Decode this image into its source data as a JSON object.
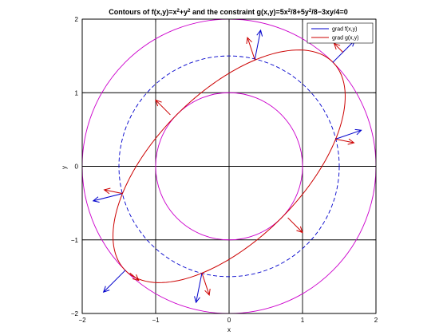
{
  "chart_data": {
    "type": "line",
    "title_parts": [
      {
        "t": "Contours of f(x,y)=x",
        "sup": false
      },
      {
        "t": "2",
        "sup": true
      },
      {
        "t": "+y",
        "sup": false
      },
      {
        "t": "2",
        "sup": true
      },
      {
        "t": " and the constraint g(x,y)=5x",
        "sup": false
      },
      {
        "t": "2",
        "sup": true
      },
      {
        "t": "/8+5y",
        "sup": false
      },
      {
        "t": "2",
        "sup": true
      },
      {
        "t": "/8−3xy/4=0",
        "sup": false
      }
    ],
    "xlabel": "x",
    "ylabel": "y",
    "xlim": [
      -2,
      2
    ],
    "ylim": [
      -2,
      2
    ],
    "xticks": [
      -2,
      -1,
      0,
      1,
      2
    ],
    "yticks": [
      -2,
      -1,
      0,
      1,
      2
    ],
    "xtick_labels": [
      "−2",
      "−1",
      "0",
      "1",
      "2"
    ],
    "ytick_labels": [
      "−2",
      "−1",
      "0",
      "1",
      "2"
    ],
    "grid": true,
    "legend_position": "top-right",
    "colors": {
      "contour": "#cc00cc",
      "constraint": "#cc0000",
      "grad_f": "#0000cc",
      "grad_g": "#cc0000"
    },
    "contours": [
      {
        "level_radius": 1.0,
        "style": "solid"
      },
      {
        "level_radius": 1.5,
        "style": "dashed"
      },
      {
        "level_radius": 2.0,
        "style": "solid"
      }
    ],
    "constraint": {
      "a": 0.625,
      "b": -0.75,
      "c": 0.625,
      "rhs": 1
    },
    "series": [
      {
        "name": "grad f(x,y)"
      },
      {
        "name": "grad g(x,y)"
      }
    ],
    "grad_f_arrows": [
      {
        "x": 0.35,
        "y": 1.45,
        "dx": 0.08,
        "dy": 0.4
      },
      {
        "x": 1.45,
        "y": 0.37,
        "dx": 0.35,
        "dy": 0.12
      },
      {
        "x": -1.45,
        "y": -0.37,
        "dx": -0.4,
        "dy": -0.1
      },
      {
        "x": -0.37,
        "y": -1.45,
        "dx": -0.08,
        "dy": -0.4
      },
      {
        "x": 1.41,
        "y": 1.41,
        "dx": 0.3,
        "dy": 0.3
      },
      {
        "x": -1.41,
        "y": -1.41,
        "dx": -0.3,
        "dy": -0.3
      }
    ],
    "grad_g_arrows": [
      {
        "x": 0.35,
        "y": 1.45,
        "dx": -0.1,
        "dy": 0.3
      },
      {
        "x": 1.45,
        "y": 0.37,
        "dx": 0.25,
        "dy": -0.05
      },
      {
        "x": -1.45,
        "y": -0.37,
        "dx": -0.25,
        "dy": 0.05
      },
      {
        "x": -0.37,
        "y": -1.45,
        "dx": 0.1,
        "dy": -0.3
      },
      {
        "x": -0.8,
        "y": 0.7,
        "dx": -0.2,
        "dy": 0.2
      },
      {
        "x": 0.8,
        "y": -0.7,
        "dx": 0.2,
        "dy": -0.2
      },
      {
        "x": 1.55,
        "y": 1.55,
        "dx": -0.12,
        "dy": 0.12
      },
      {
        "x": -1.35,
        "y": -1.45,
        "dx": 0.12,
        "dy": -0.1
      }
    ]
  }
}
